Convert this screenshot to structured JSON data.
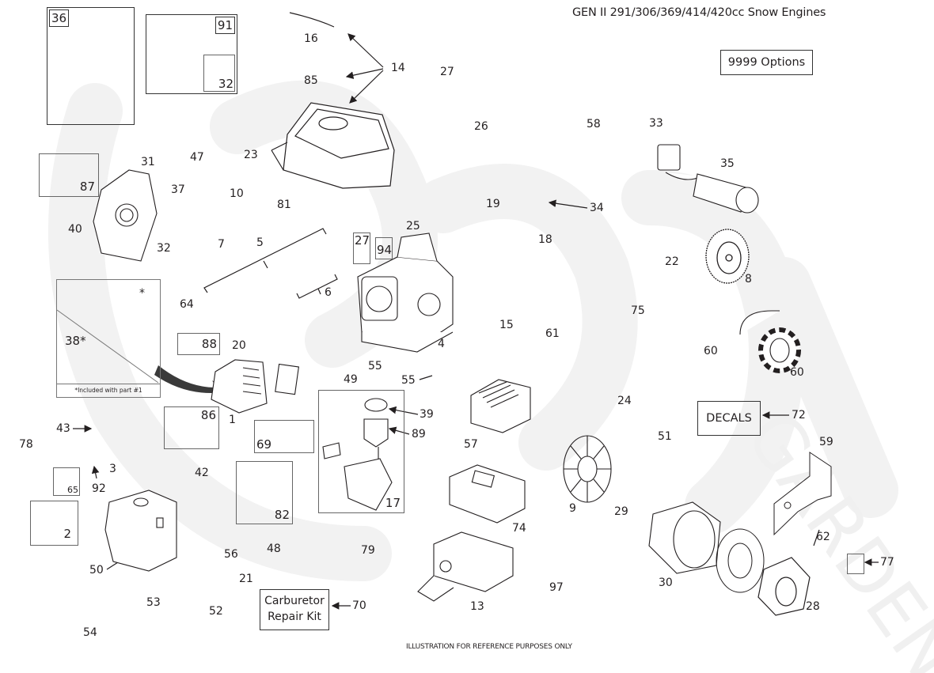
{
  "header": {
    "title": "GEN II 291/306/369/414/420cc Snow Engines"
  },
  "footer": {
    "disclaimer": "ILLUSTRATION FOR REFERENCE PURPOSES ONLY"
  },
  "callouts": {
    "options": "9999  Options",
    "decals": "DECALS",
    "carb_kit_line1": "Carburetor",
    "carb_kit_line2": "Repair Kit",
    "included_note": "*Included with part #1",
    "asterisk": "*"
  },
  "kit_boxes": {
    "gasket_set": "36",
    "crankcase_gasket": "91",
    "bearing_sub": "32",
    "screws_87": "87",
    "screws_88": "88",
    "screws_86": "86",
    "studs_69": "69",
    "gaskets_82": "82",
    "bolts_65": "65",
    "kit_2": "2",
    "kit_27": "27",
    "kit_94": "94",
    "valve_kit": "38*",
    "fasteners_77": "77",
    "carb_assy": "17"
  },
  "parts": [
    {
      "id": "p16",
      "label": "16"
    },
    {
      "id": "p85",
      "label": "85"
    },
    {
      "id": "p14",
      "label": "14"
    },
    {
      "id": "p27",
      "label": "27"
    },
    {
      "id": "p26",
      "label": "26"
    },
    {
      "id": "p58",
      "label": "58"
    },
    {
      "id": "p33",
      "label": "33"
    },
    {
      "id": "p35",
      "label": "35"
    },
    {
      "id": "p31",
      "label": "31"
    },
    {
      "id": "p47",
      "label": "47"
    },
    {
      "id": "p23",
      "label": "23"
    },
    {
      "id": "p37",
      "label": "37"
    },
    {
      "id": "p10",
      "label": "10"
    },
    {
      "id": "p81",
      "label": "81"
    },
    {
      "id": "p40",
      "label": "40"
    },
    {
      "id": "p32",
      "label": "32"
    },
    {
      "id": "p7",
      "label": "7"
    },
    {
      "id": "p5",
      "label": "5"
    },
    {
      "id": "p6",
      "label": "6"
    },
    {
      "id": "p64",
      "label": "64"
    },
    {
      "id": "p25",
      "label": "25"
    },
    {
      "id": "p19",
      "label": "19"
    },
    {
      "id": "p18",
      "label": "18"
    },
    {
      "id": "p34",
      "label": "34"
    },
    {
      "id": "p22",
      "label": "22"
    },
    {
      "id": "p8",
      "label": "8"
    },
    {
      "id": "p15",
      "label": "15"
    },
    {
      "id": "p61",
      "label": "61"
    },
    {
      "id": "p4",
      "label": "4"
    },
    {
      "id": "p75",
      "label": "75"
    },
    {
      "id": "p60a",
      "label": "60"
    },
    {
      "id": "p60b",
      "label": "60"
    },
    {
      "id": "p20",
      "label": "20"
    },
    {
      "id": "p49",
      "label": "49"
    },
    {
      "id": "p55a",
      "label": "55"
    },
    {
      "id": "p55b",
      "label": "55"
    },
    {
      "id": "p24",
      "label": "24"
    },
    {
      "id": "p1",
      "label": "1"
    },
    {
      "id": "p39",
      "label": "39"
    },
    {
      "id": "p89",
      "label": "89"
    },
    {
      "id": "p57",
      "label": "57"
    },
    {
      "id": "p51",
      "label": "51"
    },
    {
      "id": "p59",
      "label": "59"
    },
    {
      "id": "p72",
      "label": "72"
    },
    {
      "id": "p43",
      "label": "43"
    },
    {
      "id": "p78",
      "label": "78"
    },
    {
      "id": "p3",
      "label": "3"
    },
    {
      "id": "p42",
      "label": "42"
    },
    {
      "id": "p92",
      "label": "92"
    },
    {
      "id": "p9",
      "label": "9"
    },
    {
      "id": "p29",
      "label": "29"
    },
    {
      "id": "p74",
      "label": "74"
    },
    {
      "id": "p50",
      "label": "50"
    },
    {
      "id": "p56",
      "label": "56"
    },
    {
      "id": "p48",
      "label": "48"
    },
    {
      "id": "p79",
      "label": "79"
    },
    {
      "id": "p21",
      "label": "21"
    },
    {
      "id": "p53",
      "label": "53"
    },
    {
      "id": "p52",
      "label": "52"
    },
    {
      "id": "p70",
      "label": "70"
    },
    {
      "id": "p54",
      "label": "54"
    },
    {
      "id": "p13",
      "label": "13"
    },
    {
      "id": "p97",
      "label": "97"
    },
    {
      "id": "p30",
      "label": "30"
    },
    {
      "id": "p62",
      "label": "62"
    },
    {
      "id": "p28",
      "label": "28"
    }
  ],
  "colors": {
    "line": "#231f20",
    "watermark": "#f3f3f3"
  }
}
